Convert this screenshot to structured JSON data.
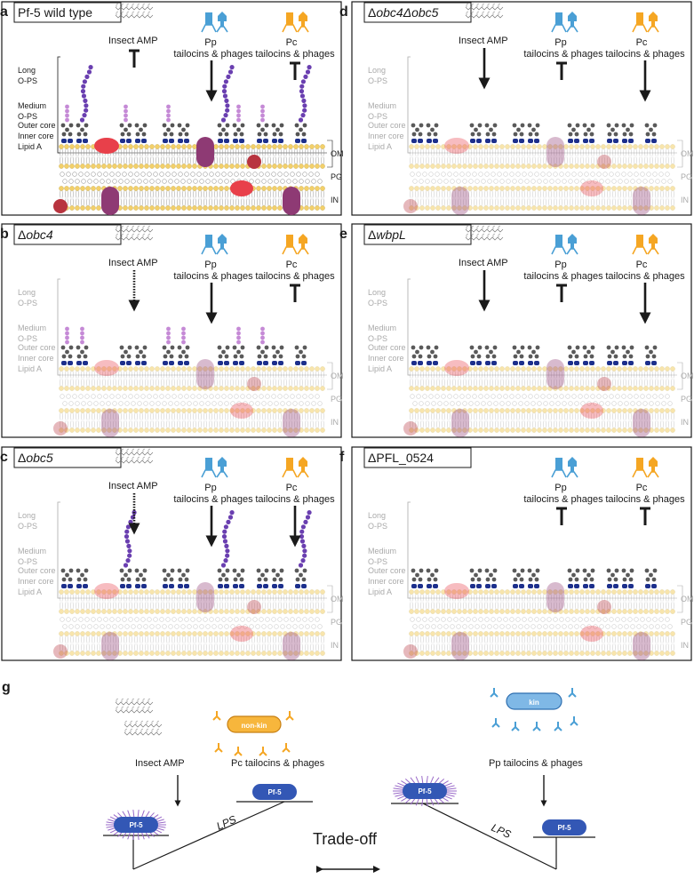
{
  "labels_text": [
    "Long",
    "O-PS",
    "Medium",
    "O-PS",
    "Outer core",
    "Inner core",
    "Lipid A"
  ],
  "membrane_labels": [
    "OM",
    "PG",
    "IN"
  ],
  "agents": {
    "amp": "Insect AMP",
    "pp": [
      "Pp",
      "tailocins & phages"
    ],
    "pc": [
      "Pc",
      "tailocins & phages"
    ]
  },
  "panels": [
    {
      "id": "a",
      "title": "Pf-5 wild type",
      "italic": false,
      "prefix": "",
      "amp": "block",
      "pp": "arrow",
      "pc": "block",
      "o_ps": "long+medium",
      "show_amp": true,
      "faded": false
    },
    {
      "id": "b",
      "title": "obc4",
      "italic": true,
      "prefix": "Δ",
      "amp": "dashed",
      "pp": "arrow",
      "pc": "block",
      "o_ps": "medium",
      "show_amp": true,
      "faded": true
    },
    {
      "id": "c",
      "title": "obc5",
      "italic": true,
      "prefix": "Δ",
      "amp": "dashed",
      "pp": "arrow",
      "pc": "arrow",
      "o_ps": "long",
      "show_amp": true,
      "faded": true
    },
    {
      "id": "d",
      "title": "obc4Δobc5",
      "italic": true,
      "prefix": "Δ",
      "amp": "arrow",
      "pp": "block",
      "pc": "arrow",
      "o_ps": "none",
      "show_amp": true,
      "faded": true
    },
    {
      "id": "e",
      "title": "wbpL",
      "italic": true,
      "prefix": "Δ",
      "amp": "arrow",
      "pp": "block",
      "pc": "arrow",
      "o_ps": "none",
      "show_amp": true,
      "faded": true
    },
    {
      "id": "f",
      "title": "PFL_0524",
      "italic": false,
      "prefix": "Δ",
      "amp": "none",
      "pp": "block",
      "pc": "block",
      "o_ps": "none",
      "show_amp": false,
      "faded": true
    }
  ],
  "panel_g": {
    "letter": "g",
    "left": {
      "amp": "Insect AMP",
      "agent": "Pc tailocins & phages",
      "bubble": "non-kin"
    },
    "right": {
      "agent": "Pp tailocins & phages",
      "bubble": "kin"
    },
    "cell_label": "Pf-5",
    "lps": "LPS",
    "tradeoff": "Trade-off"
  },
  "colors": {
    "pp_blue": "#4a9fd5",
    "pc_orange": "#f5a623",
    "long_ops": "#6a3fb0",
    "medium_ops": "#c58ad6",
    "core_gray": "#555555",
    "lipid_blue": "#1c2f8c",
    "head_yellow": "#f3d06a",
    "protein_red": "#e8404a",
    "protein_purple": "#8e3a74",
    "cell_blue": "#3357b5",
    "kin_blue": "#7fb8e6",
    "nonkin_orange": "#f7b63c"
  }
}
